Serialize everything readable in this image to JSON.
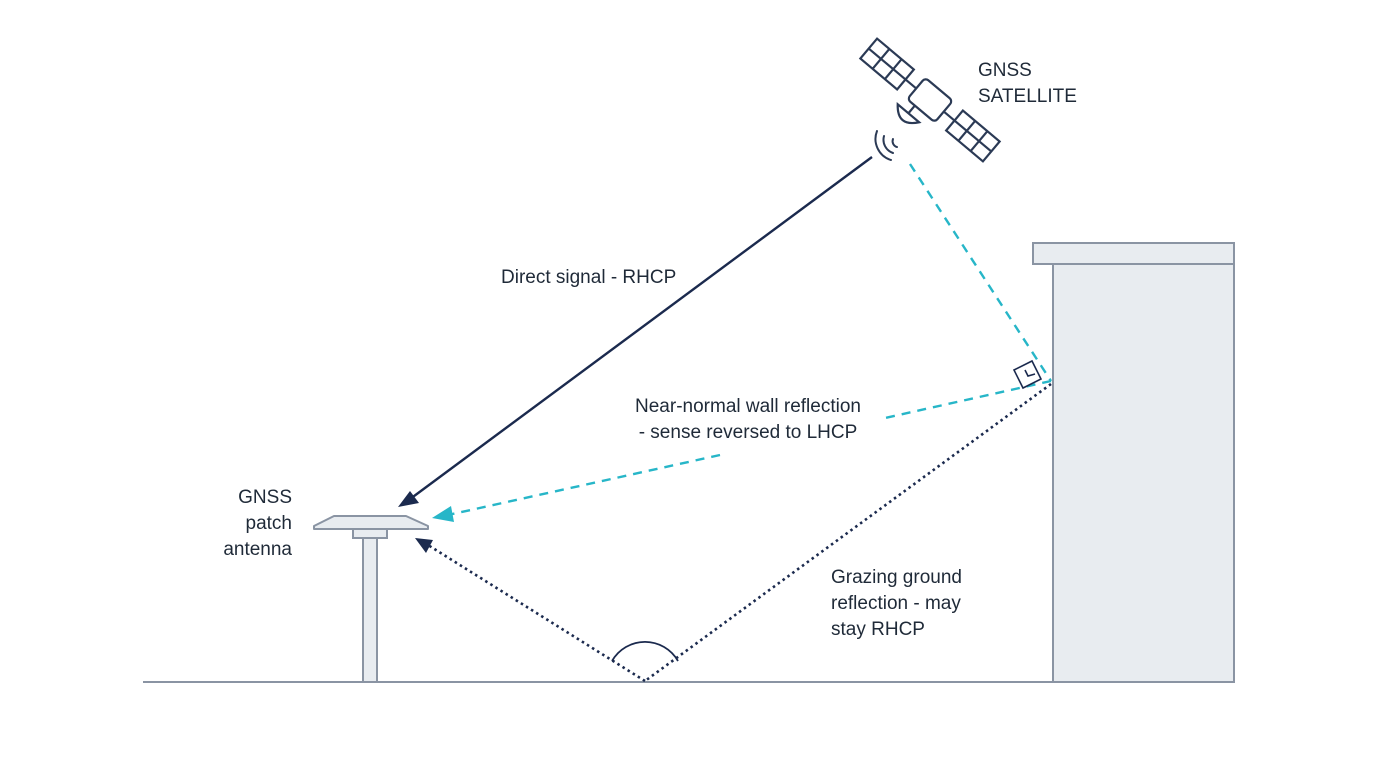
{
  "labels": {
    "satellite": [
      "GNSS",
      "SATELLITE"
    ],
    "antenna": [
      "GNSS",
      "patch",
      "antenna"
    ],
    "direct": "Direct signal - RHCP",
    "wall": [
      "Near-normal wall reflection",
      "- sense reversed to LHCP"
    ],
    "ground": [
      "Grazing ground",
      "reflection - may",
      "stay RHCP"
    ]
  },
  "colors": {
    "direct": "#1b2a4e",
    "wall": "#27b6c8",
    "ground": "#1b2a4e",
    "structure": "#8a94a3",
    "building_fill": "#e8ecf0",
    "text": "#1f2a38"
  },
  "icons": [
    "satellite-icon",
    "signal-waves-icon",
    "right-angle-marker-icon",
    "angle-arc-icon"
  ]
}
